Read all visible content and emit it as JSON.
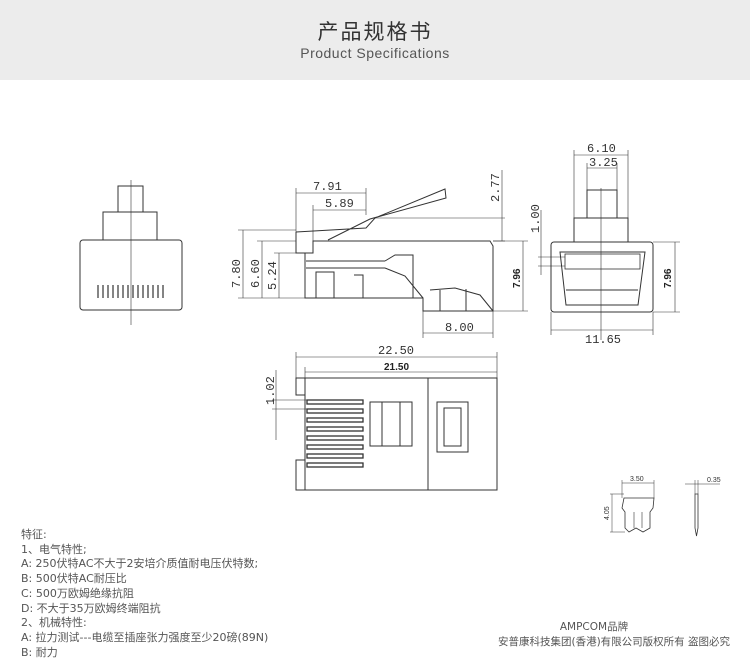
{
  "header": {
    "title": "产品规格书",
    "subtitle": "Product Specifications"
  },
  "drawing": {
    "side_view": {
      "d1": "7.91",
      "d2": "5.89",
      "d3": "2.77",
      "d4": "7.80",
      "d5": "6.60",
      "d6": "5.24",
      "d7": "7.96",
      "d8": "8.00"
    },
    "end_view": {
      "d1": "6.10",
      "d2": "3.25",
      "d3": "1.00",
      "d4": "7.96",
      "d5": "11.65"
    },
    "bottom_view": {
      "d1": "22.50",
      "d2": "21.50",
      "d3": "1.02"
    },
    "contact_pin": {
      "d1": "3.50",
      "d2": "4.05",
      "d3": "0.35"
    }
  },
  "features": {
    "heading": "特征:",
    "lines": [
      "1、电气特性;",
      "A:  250伏特AC不大于2安培介质值耐电压伏特数;",
      "B:  500伏特AC耐压比",
      "C:  500万欧姆绝缘抗阻",
      "D:  不大于35万欧姆终端阻抗",
      "2、机械特性:",
      "A:  拉力测试---电缆至插座张力强度至少20磅(89N)",
      "B:  耐力"
    ]
  },
  "footer": {
    "brand": "AMPCOM品牌",
    "copyright": "安普康科技集团(香港)有限公司版权所有 盗图必究"
  }
}
